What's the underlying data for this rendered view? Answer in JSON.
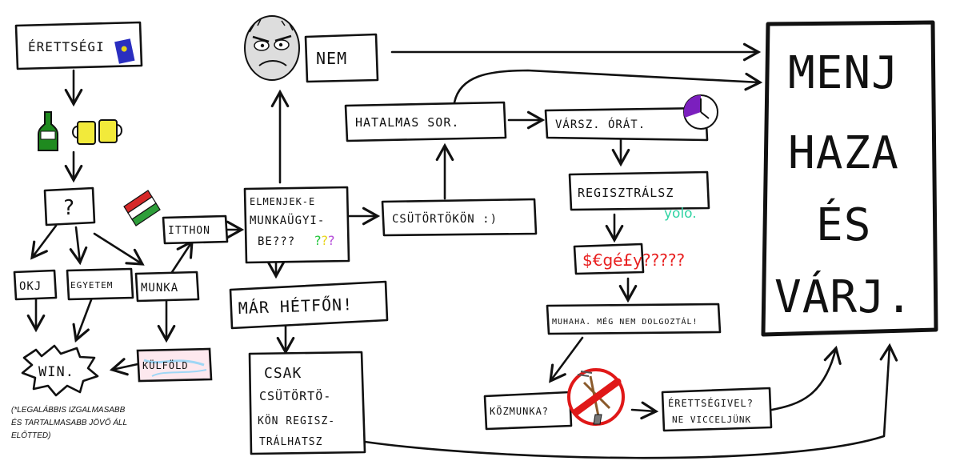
{
  "nodes": {
    "erettsegi": "ÉRETTSÉGI",
    "question": "?",
    "okj": "OKJ",
    "egyetem": "EGYETEM",
    "munka": "MUNKA",
    "win": "WIN.",
    "kulfold": "KÜLFÖLD",
    "itthon": "ITTHON",
    "elmenjek": [
      "ELMENJEK-E",
      "MUNKAÜGYI-",
      "BE???"
    ],
    "nem": "NEM",
    "mar_hetfon": "MÁR HÉTFŐN!",
    "csak": [
      "CSAK",
      "CSÜTÖRTÖ-",
      "KÖN REGISZ-",
      "TRÁLHATSZ"
    ],
    "csutortokon": "CSÜTÖRTÖKÖN :)",
    "hatalmas_sor": "HATALMAS SOR.",
    "varsz_orat": "VÁRSZ. ÓRÁT.",
    "regisztralsz": "REGISZTRÁLSZ",
    "yolo": "yolo.",
    "segely": "$€gé£y?????",
    "muhaha": "MUHAHA. MÉG NEM DOLGOZTÁL!",
    "kozmunka": "KÖZMUNKA?",
    "erettsegivel": [
      "ÉRETTSÉGIVEL?",
      "NE VICCELJÜNK"
    ],
    "menj_haza": [
      "MENJ",
      "HAZA",
      "ÉS",
      "VÁRJ."
    ]
  },
  "footnote": [
    "(*LEGALÁBBIS IZGALMASABB",
    "ÉS TARTALMASABB JÖVŐ ÁLL",
    "ELŐTTED)"
  ],
  "colors": {
    "ink": "#111111",
    "yolo": "#2fd3a3",
    "segely": "#e81f1f",
    "q_green": "#22c53a",
    "q_yellow": "#e8d41a",
    "q_purple": "#b44bd8",
    "clock_purple": "#7b1fbe",
    "flag_red": "#d62828",
    "flag_green": "#2e9e3a",
    "book_blue": "#2a2ec0",
    "bottle_green": "#1f8a1f",
    "beer_yellow": "#f2ea3a",
    "ban_red": "#e01818"
  },
  "icons": [
    "passport-icon",
    "bottle-icon",
    "beer-mugs-icon",
    "hungarian-flag-icon",
    "rage-face-icon",
    "clock-icon",
    "no-shovel-icon",
    "map-icon"
  ]
}
